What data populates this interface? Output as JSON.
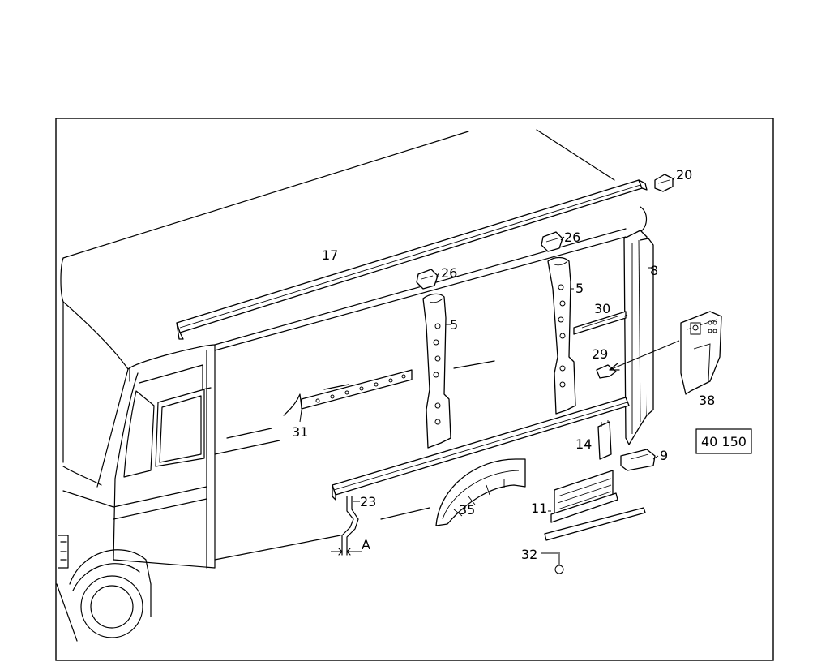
{
  "diagram": {
    "reference_code": "40 150",
    "section_label": "A",
    "callouts": {
      "c17": "17",
      "c20": "20",
      "c26a": "26",
      "c26b": "26",
      "c8": "8",
      "c5a": "5",
      "c5b": "5",
      "c30": "30",
      "c29": "29",
      "c38": "38",
      "c14": "14",
      "c9": "9",
      "c31": "31",
      "c23": "23",
      "c35": "35",
      "c11": "11",
      "c32": "32"
    }
  }
}
